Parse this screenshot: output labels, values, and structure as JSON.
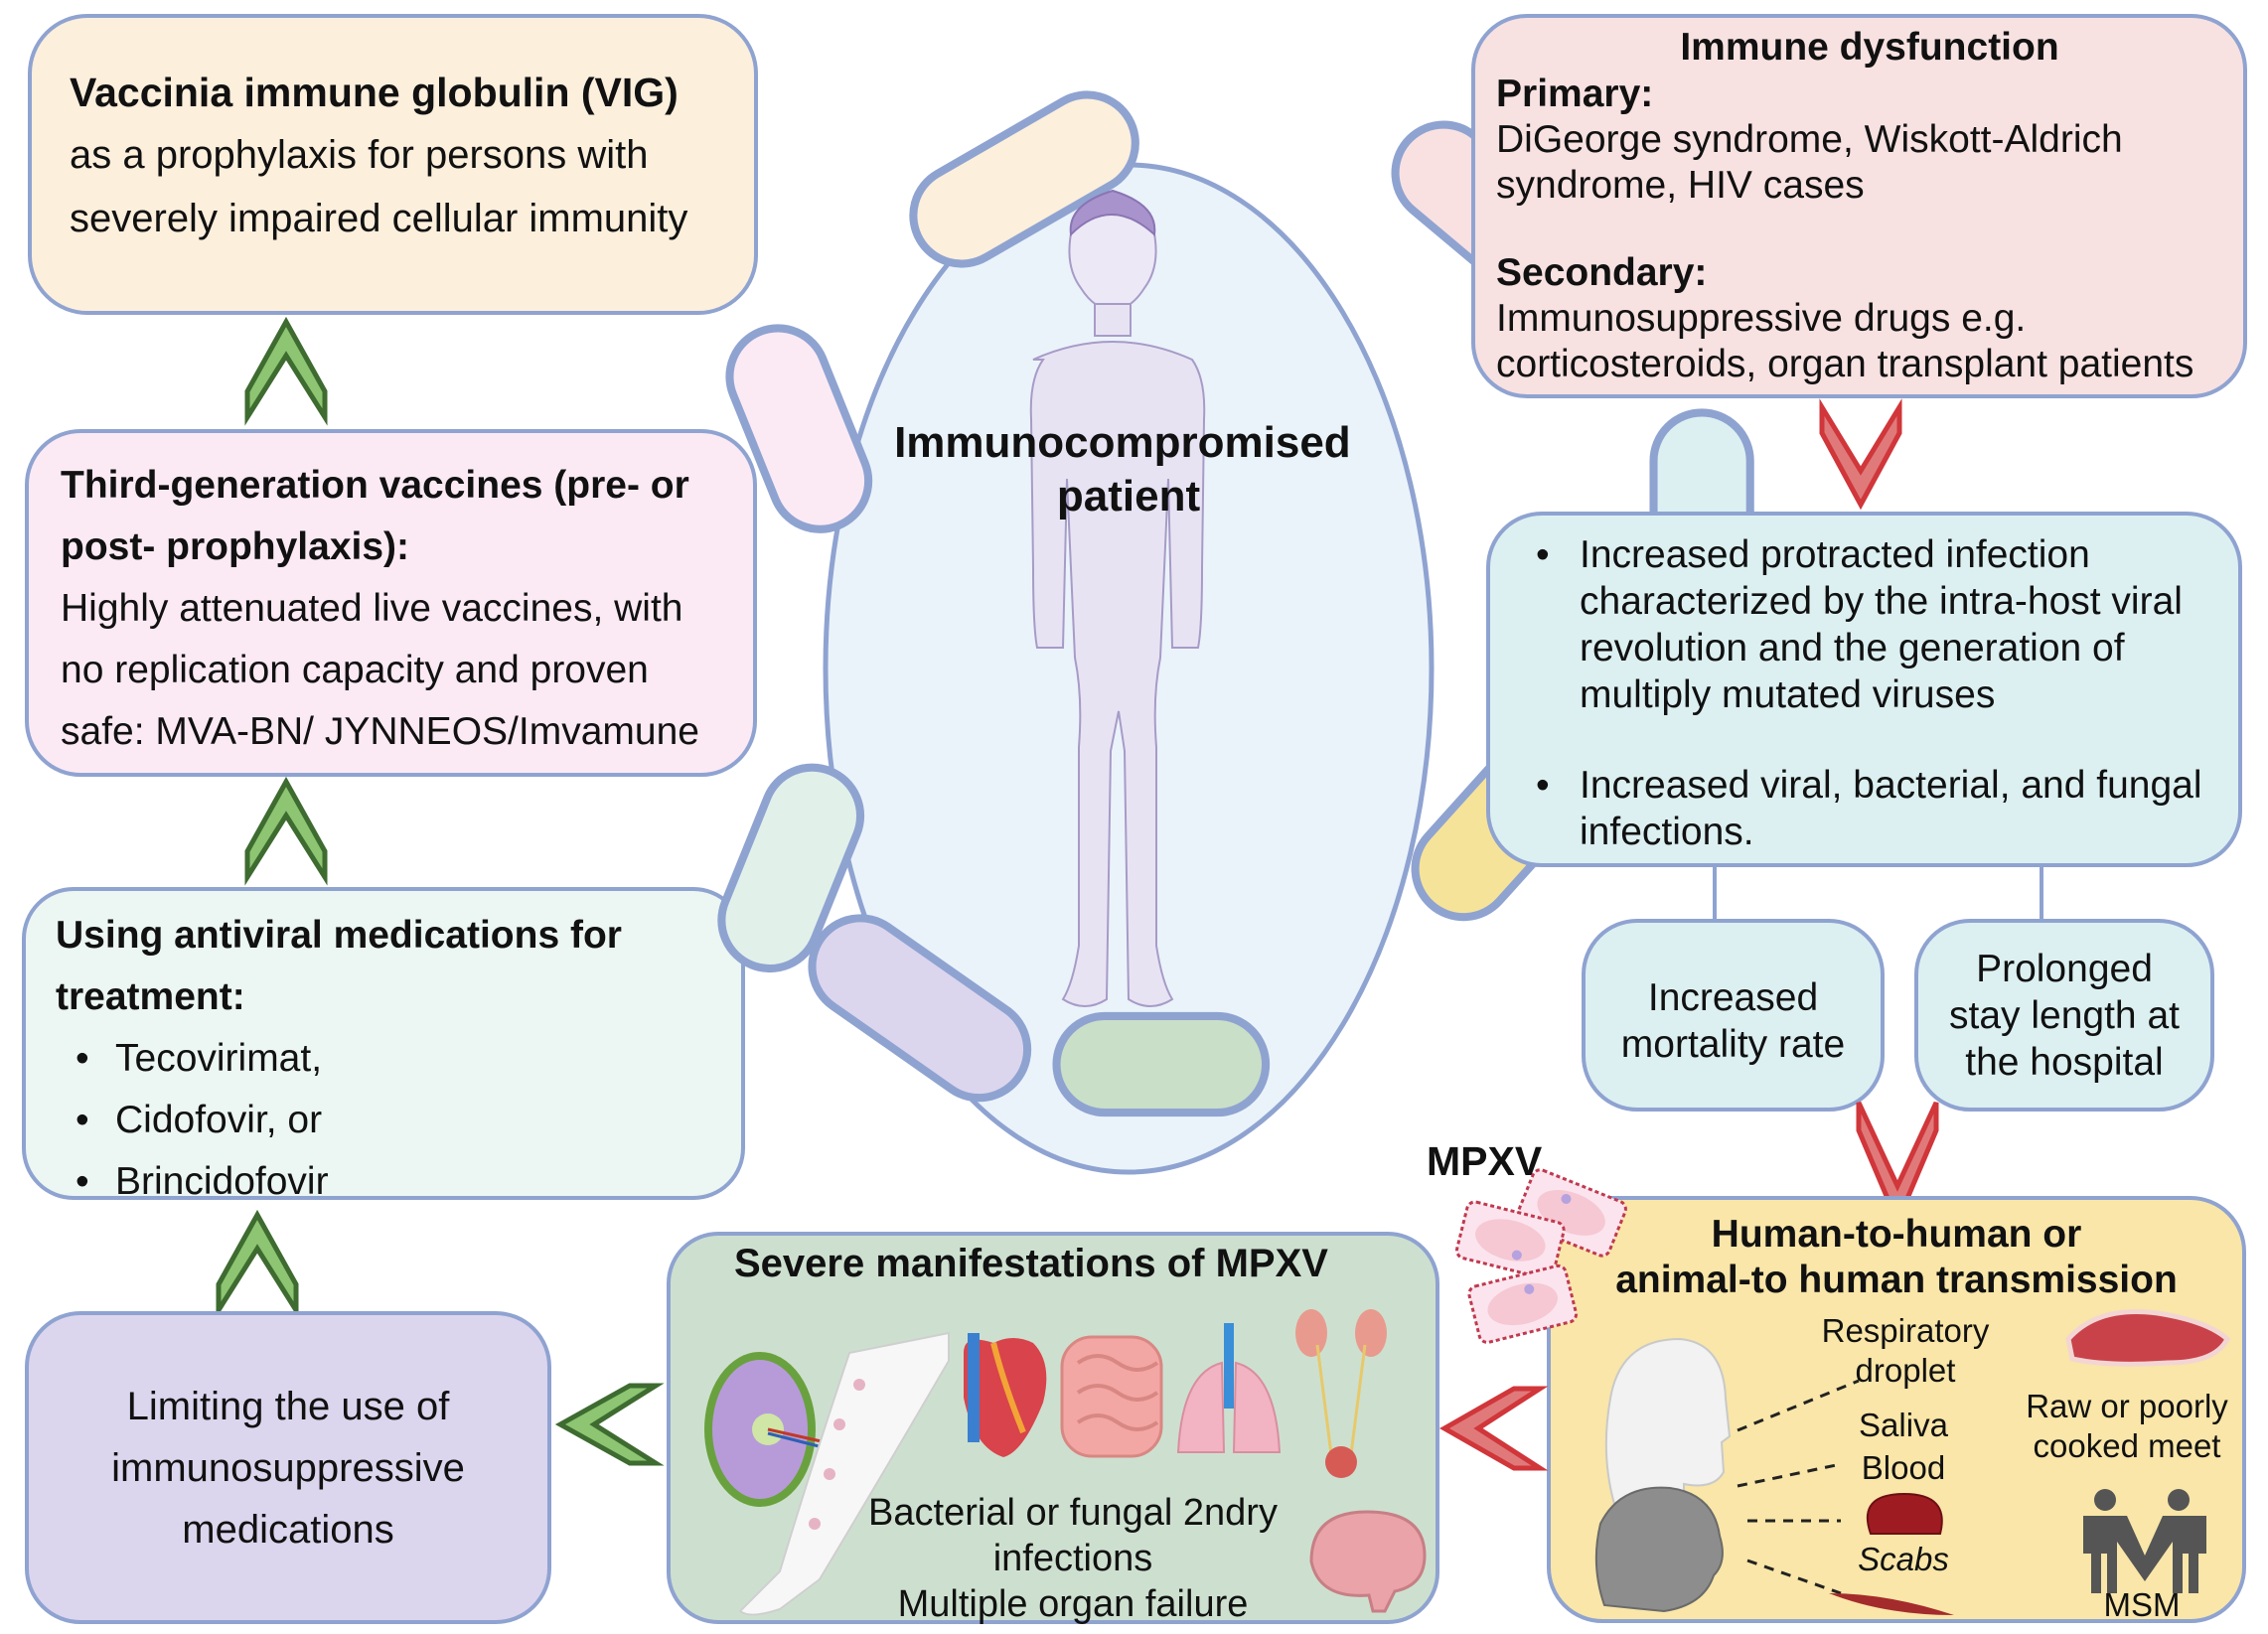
{
  "colors": {
    "box_border": "#8fa3d1",
    "green_arrow_fill": "#8dc572",
    "green_arrow_stroke": "#3e6b30",
    "red_arrow_fill": "#e07a7a",
    "red_arrow_stroke": "#d0363a",
    "oval_fill": "#eaf3fa"
  },
  "vig": {
    "title": "Vaccinia immune globulin (VIG)",
    "lines": [
      "as a prophylaxis for persons with",
      "severely impaired cellular immunity"
    ]
  },
  "third_gen": {
    "title_lines": [
      "Third-generation vaccines (pre- or",
      "post- prophylaxis):"
    ],
    "lines": [
      "Highly attenuated live vaccines, with",
      "no replication capacity and proven",
      "safe: MVA-BN/ JYNNEOS/Imvamune"
    ]
  },
  "antiviral": {
    "title_lines": [
      "Using antiviral medications for",
      "treatment:"
    ],
    "items": [
      "Tecovirimat,",
      "Cidofovir, or",
      "Brincidofovir"
    ]
  },
  "limiting": {
    "lines": [
      "Limiting the use of",
      "immunosuppressive",
      "medications"
    ]
  },
  "center": {
    "label_lines": [
      "Immunocompromised",
      "patient"
    ],
    "capsule_colors": [
      "#fcefdc",
      "#f9e1e1",
      "#fbeaf4",
      "#dcf0f2",
      "#e1f1ea",
      "#f6e39a",
      "#dcd5ee",
      "#c9dfc8"
    ]
  },
  "immune_dysfunction": {
    "title": "Immune dysfunction",
    "primary_label": "Primary:",
    "primary_lines": [
      "DiGeorge syndrome, Wiskott-Aldrich",
      "syndrome, HIV cases"
    ],
    "secondary_label": "Secondary:",
    "secondary_lines": [
      "Immunosuppressive drugs e.g.",
      "corticosteroids, organ transplant patients"
    ]
  },
  "outcomes": {
    "bullets": [
      [
        "Increased protracted infection",
        "characterized by the intra-host viral",
        "revolution and the generation of",
        "multiply mutated viruses"
      ],
      [
        "Increased viral, bacterial, and fungal",
        "infections."
      ]
    ],
    "mortality_lines": [
      "Increased",
      "mortality rate"
    ],
    "prolonged_lines": [
      "Prolonged",
      "stay length at",
      "the hospital"
    ]
  },
  "transmission": {
    "virus_label": "MPXV",
    "title_lines": [
      "Human-to-human or",
      "animal-to human transmission"
    ],
    "routes": [
      "Respiratory",
      "droplet",
      "Saliva",
      "Blood",
      "Scabs"
    ],
    "food_lines": [
      "Raw or poorly",
      "cooked meet"
    ],
    "msm_label": "MSM"
  },
  "severe": {
    "title": "Severe manifestations of MPXV",
    "caption_lines": [
      "Bacterial or fungal 2ndry",
      "infections",
      "Multiple organ failure"
    ]
  }
}
